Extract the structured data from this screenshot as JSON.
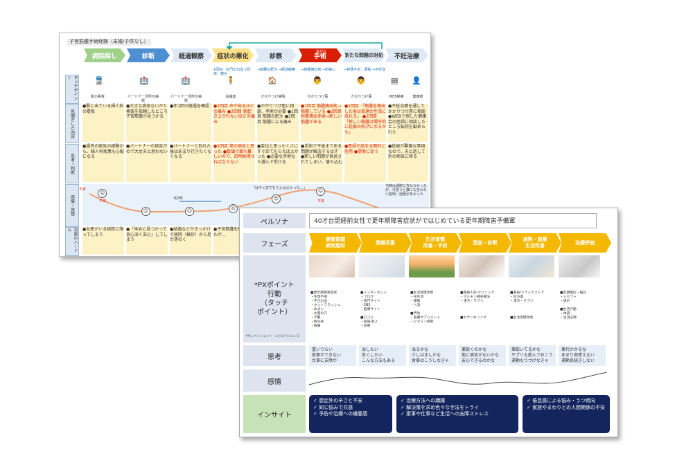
{
  "sheet1": {
    "title": "子宮筋腫手術経験（未婚/子供なし）",
    "phases": [
      "病院探し",
      "診断",
      "経過観察",
      "症状の悪化",
      "診察",
      "手術",
      "新たな問題の対処",
      "不妊治療"
    ],
    "surgery_small": "急がな",
    "row_labels": [
      "タッチポイント",
      "見聞きした内容",
      "思考・判断",
      "感情・覚悟",
      "次第のハードル"
    ],
    "touchpoints": [
      "駅の看板",
      "パートナー近所の病院",
      "パートナー近所の病院",
      "会議室",
      "かかりつけ病院",
      "かかりつけ医",
      "かかりつけ医",
      "WEB検索",
      "健康者"
    ],
    "blue_notes": [
      "1回目：肛門の出血 2回目：痛み",
      "→筋腫の肥大 →経過観察",
      "→筋腫摘出術 →卵巣に",
      "→排便不全、便秘 →不妊症"
    ],
    "row2": [
      "●駅に出ている婦人科の看板",
      "●大きな病気ないかと検査を依頼したところ子宮筋腫が見つかる",
      "●年1回の経過を確認",
      "●1回目 声が出るほどの痛み ●2回目 朝起き上がれないほどの痛み",
      "●かかりつけ医に相談、手術が必要 ●1回目 筋腫の肥大 ●2回目 筋腫による痛み",
      "●1回目 筋腫摘出術→筋腫している ●2回目 卵巣摘出手術→新しい筋腫がある",
      "●1回目 「筋腫を摘出した後は普通の生活に戻れる」 ●2回目 「新しい筋腫は場所的に妊娠の妨げになるかも」",
      "●不妊治療を通してかかりつけ医に相談 ●WEBで探した健康会の医師に相談したところ転院を勧められた"
    ],
    "row3": [
      "●過去の病気の経験から、婦人科疾患も心配になる",
      "●パートナーの病気がので大丈夫と思わない",
      "●パートナーと別れた後はあまり行きたくなくなる",
      "●1回目 筒の病気と思った ●数値で面も難しいので、説明納得せねばならない",
      "●変化と思ったくさにすぐ診てもらえばよかった ●必要な手術なら選んで受ける",
      "●手術で今後まである問題が解決するはず ●新しい問題が発見されてしまい、落ち込む",
      "●医師の話を全面的に信用 ●提案に従う",
      "●妊娠が難儀な事項なので、天と話して別の病気に移る"
    ],
    "emotion": {
      "fuan": "不安",
      "duration": "約3年",
      "quote": "「はやく診てもらえばよかった…」",
      "right_text": "当時は通院に言わなかったが、今思うと誰にも言わない説明／話題が多かった"
    },
    "row5": [
      "●女医がいる病院に限ってしまう",
      "●「早めに見つかって良心深く安心」してしまう",
      "●結婚などがきっかけで病院（検診）から足が遠のく",
      "●子宮筋腫を知っていたが…"
    ]
  },
  "sheet2": {
    "persona_label": "ペルソナ",
    "persona_text": "40才台閉経前女性で更年期障害症状がではじめている更年期障害予備軍",
    "phase_label": "フェーズ",
    "phases": [
      "健康意識\n病気認知",
      "情報収集",
      "生活習慣\n改善・予防",
      "受診・診断",
      "通院・服薬\n生活改善",
      "治療評価"
    ],
    "px_label": "*PXポイント\n行動\n（タッチ\nポイント）",
    "px_note": "*PX=ペイシェント・エクスペリエンス",
    "lists": [
      "■更年期障害症状\n・生理不順\n・不正出血\n・ホットフラッシュ\n・めまい\n・大量の汗\n・不眠\n・倦怠感\n・頭痛",
      "■インターネット\n・ブログ\n・専門サイト\n・SNS\n・医療サイト\n\n■口コミ\n・家族/友人\n・同僚",
      "■生活習慣改善\n・食生活\n・運動\n・入浴\n\n■予防\n・各種サプリメント\n・ビタミン摂取",
      "■産婦人科/クリニック\n・ホルモン補充療法\n・漢方・サプリ\n\n\n\n■カウンセリング",
      "■薬局/ドラッグストア\n・処方薬\n・漢方・サプリ\n\n\n\n■生活習慣改善",
      "■定期健診・検診\n・レセプト\n・通計\n\n■生活行動\n・体調\n・生活支障"
    ],
    "thinking_label": "思考",
    "thinking": [
      "重いつらい\n家事ができない\n仕事に支障が",
      "治したい\n良くしたい\nこんな方法もある",
      "治るかな\n少しはましかな\n食事はこうしなきゃ",
      "薬飲くのかな\n他に病気がないかな\n安心できるのかな",
      "薬飲いてるかな\nサプリも飲んでおこう\n運動もつづけなきゃ",
      "薬代かかるな\nあまり実感えない\n運動長続きしない"
    ],
    "emotion_label": "感情",
    "insight_label": "インサイト",
    "insights": [
      [
        "想定外の辛さと不安",
        "同じ悩みで共感",
        "予防や治療への嫌悪感"
      ],
      [
        "治療方法への躊躇",
        "解決策を求め色々な手法をトライ",
        "家事や仕事など生活への支障ストレス"
      ],
      [
        "倦怠感による悩み・うつ傾向",
        "家族やまわりとの人間関係の不安"
      ]
    ]
  }
}
